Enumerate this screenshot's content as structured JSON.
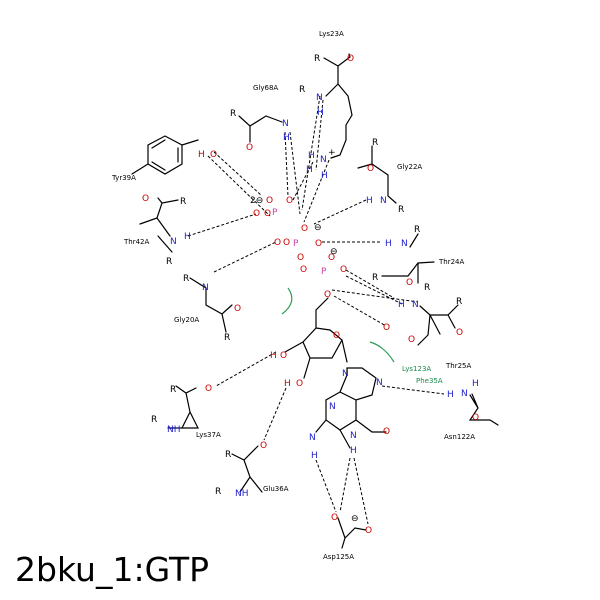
{
  "title": "2bku_1:GTP",
  "colors": {
    "O": "#cc0000",
    "N": "#2222cc",
    "P": "#cc44aa",
    "hydrophobic": "#2e9c5a"
  },
  "residues": {
    "lys23a": "Lys23A",
    "gly68a": "Gly68A",
    "gly22a": "Gly22A",
    "tyr39a": "Tyr39A",
    "thr42a": "Thr42A",
    "thr24a": "Thr24A",
    "gly20a": "Gly20A",
    "thr25a": "Thr25A",
    "lys123a": "Lys123A",
    "phe35a": "Phe35A",
    "asn122a": "Asn122A",
    "lys37a": "Lys37A",
    "glu36a": "Glu36A",
    "asp125a": "Asp125A"
  },
  "glyphs": {
    "R": "R",
    "N": "N",
    "H": "H",
    "O": "O",
    "P": "P",
    "NH": "NH",
    "N_plus": "N",
    "plus": "+",
    "minus": "⊖",
    "two_minus": "2⊖"
  }
}
